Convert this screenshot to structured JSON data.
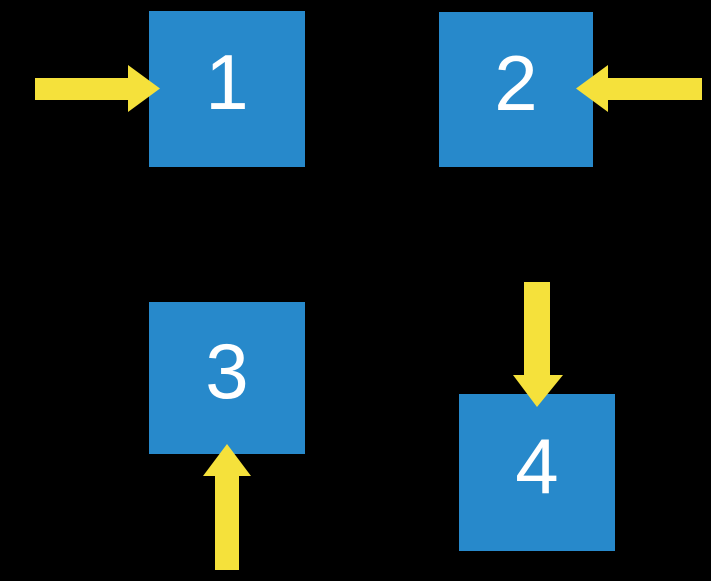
{
  "diagram": {
    "colors": {
      "background": "#000000",
      "box_fill": "#2789CB",
      "box_text": "#FFFFFF",
      "arrow_fill": "#F5E13B"
    },
    "boxes": [
      {
        "label": "1",
        "arrow_direction": "right",
        "arrow_enters_from": "left"
      },
      {
        "label": "2",
        "arrow_direction": "left",
        "arrow_enters_from": "right"
      },
      {
        "label": "3",
        "arrow_direction": "up",
        "arrow_enters_from": "bottom"
      },
      {
        "label": "4",
        "arrow_direction": "down",
        "arrow_enters_from": "top"
      }
    ]
  }
}
